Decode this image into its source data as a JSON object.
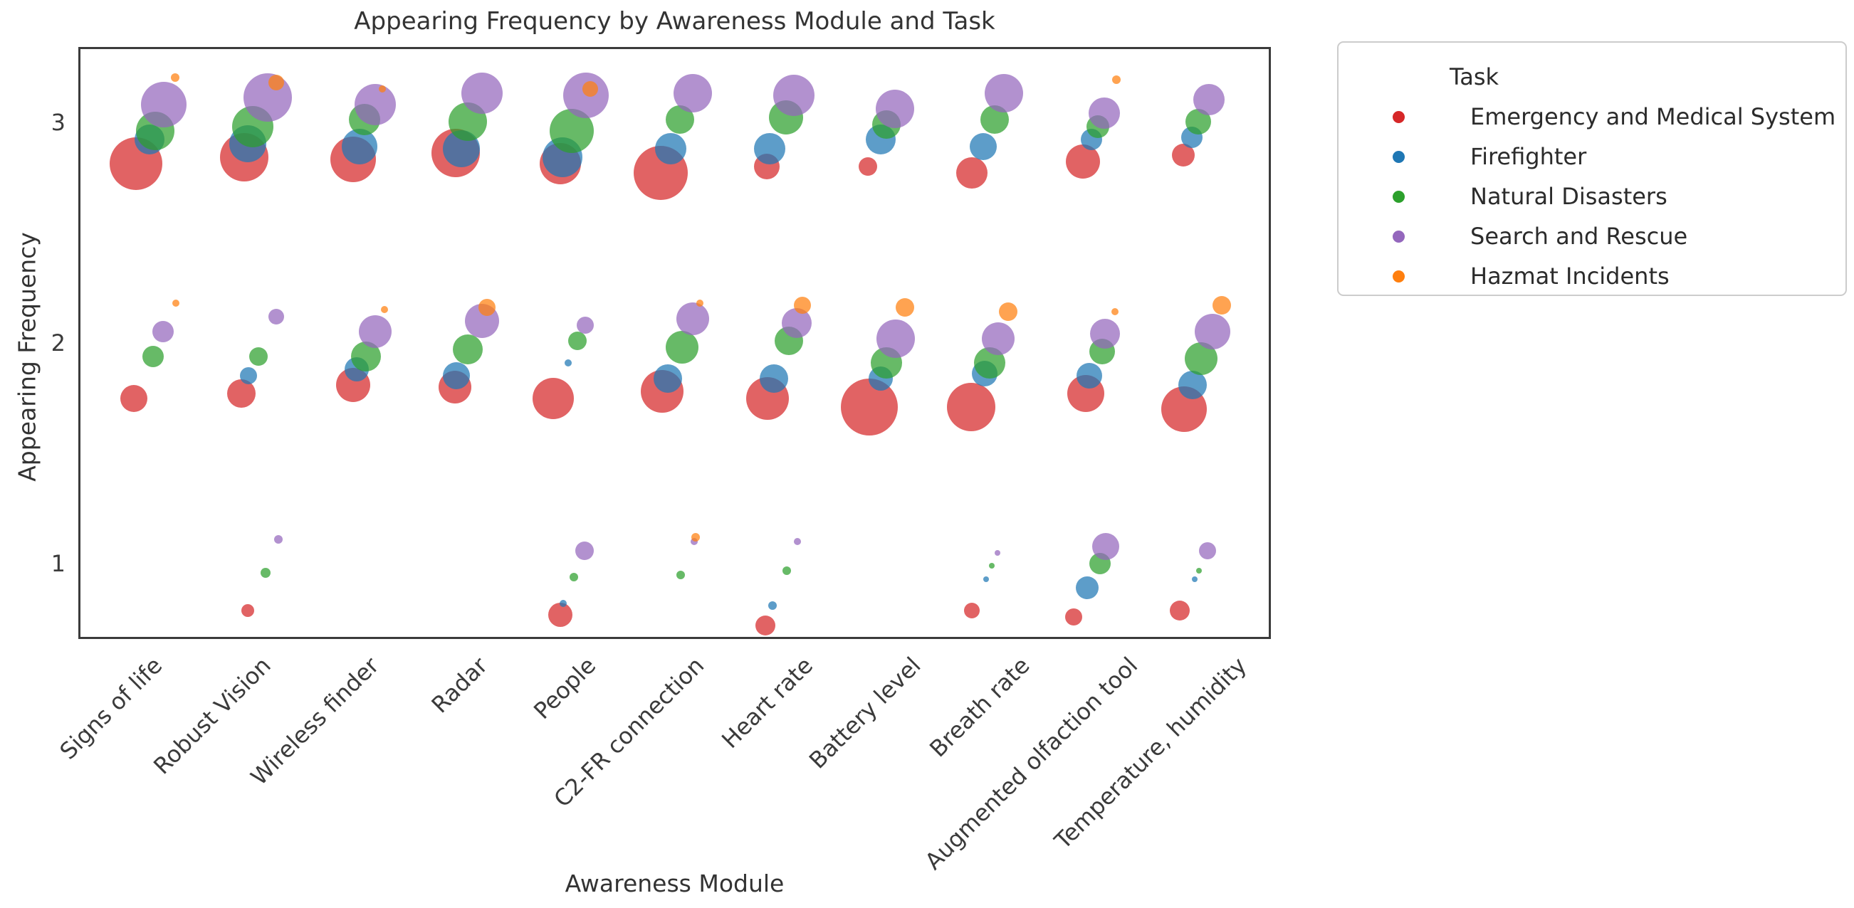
{
  "title": "Appearing Frequency by Awareness Module and Task",
  "axes": {
    "x_label": "Awareness Module",
    "y_label": "Appearing Frequency"
  },
  "legend": {
    "title": "Task",
    "items": [
      {
        "label": "Emergency and Medical System",
        "color": "#d62728"
      },
      {
        "label": "Firefighter",
        "color": "#1f77b4"
      },
      {
        "label": "Natural Disasters",
        "color": "#2ca02c"
      },
      {
        "label": "Search and Rescue",
        "color": "#9467bd"
      },
      {
        "label": "Hazmat Incidents",
        "color": "#ff7f0e"
      }
    ]
  },
  "chart_data": {
    "type": "scatter",
    "subtype": "bubble-dodged-categorical",
    "title": "Appearing Frequency by Awareness Module and Task",
    "xlabel": "Awareness Module",
    "ylabel": "Appearing Frequency",
    "grid": false,
    "legend_position": "outside-upper-right",
    "categories": [
      "Signs of life",
      "Robust Vision",
      "Wireless finder",
      "Radar",
      "People",
      "C2-FR connection",
      "Heart rate",
      "Battery level",
      "Breath rate",
      "Augmented olfaction tool",
      "Temperature, humidity"
    ],
    "tasks": [
      {
        "name": "Emergency and Medical System",
        "color": "#d62728"
      },
      {
        "name": "Firefighter",
        "color": "#1f77b4"
      },
      {
        "name": "Natural Disasters",
        "color": "#2ca02c"
      },
      {
        "name": "Search and Rescue",
        "color": "#9467bd"
      },
      {
        "name": "Hazmat Incidents",
        "color": "#ff7f0e"
      }
    ],
    "y_ticks": [
      1,
      2,
      3
    ],
    "ylim": [
      0.66,
      3.34
    ],
    "point_format": [
      "module_index",
      "task_index",
      "appearing_frequency",
      "bubble_radius_px",
      "x_jitter_px"
    ],
    "points": [
      [
        0,
        0,
        2.82,
        37,
        2
      ],
      [
        0,
        1,
        2.93,
        21,
        21
      ],
      [
        0,
        2,
        2.97,
        27,
        29
      ],
      [
        0,
        3,
        3.09,
        32,
        41
      ],
      [
        0,
        4,
        3.21,
        6,
        57
      ],
      [
        1,
        0,
        2.85,
        34,
        2
      ],
      [
        1,
        1,
        2.91,
        26,
        7
      ],
      [
        1,
        2,
        2.99,
        29,
        14
      ],
      [
        1,
        3,
        3.12,
        34,
        35
      ],
      [
        1,
        4,
        3.19,
        11,
        47
      ],
      [
        2,
        0,
        2.84,
        32,
        2
      ],
      [
        2,
        1,
        2.9,
        25,
        11
      ],
      [
        2,
        2,
        3.02,
        22,
        18
      ],
      [
        2,
        3,
        3.09,
        29,
        33
      ],
      [
        2,
        4,
        3.16,
        5,
        43
      ],
      [
        3,
        0,
        2.87,
        34,
        -6
      ],
      [
        3,
        1,
        2.89,
        26,
        2
      ],
      [
        3,
        2,
        3.01,
        27,
        11
      ],
      [
        3,
        3,
        3.14,
        29,
        31
      ],
      [
        4,
        0,
        2.82,
        29,
        -11
      ],
      [
        4,
        1,
        2.85,
        28,
        -8
      ],
      [
        4,
        2,
        2.97,
        31,
        5
      ],
      [
        4,
        3,
        3.13,
        32,
        25
      ],
      [
        4,
        4,
        3.16,
        11,
        31
      ],
      [
        5,
        0,
        2.78,
        38,
        -23
      ],
      [
        5,
        1,
        2.89,
        22,
        -9
      ],
      [
        5,
        2,
        3.02,
        20,
        4
      ],
      [
        5,
        3,
        3.14,
        27,
        22
      ],
      [
        6,
        0,
        2.81,
        18,
        -26
      ],
      [
        6,
        1,
        2.89,
        22,
        -22
      ],
      [
        6,
        2,
        3.03,
        24,
        1
      ],
      [
        6,
        3,
        3.13,
        29,
        12
      ],
      [
        7,
        0,
        2.81,
        13,
        -36
      ],
      [
        7,
        1,
        2.93,
        21,
        -18
      ],
      [
        7,
        2,
        3.0,
        20,
        -10
      ],
      [
        7,
        3,
        3.07,
        27,
        2
      ],
      [
        8,
        0,
        2.78,
        22,
        -42
      ],
      [
        8,
        1,
        2.9,
        19,
        -26
      ],
      [
        8,
        2,
        3.02,
        20,
        -10
      ],
      [
        8,
        3,
        3.14,
        27,
        3
      ],
      [
        9,
        0,
        2.83,
        24,
        -39
      ],
      [
        9,
        1,
        2.93,
        15,
        -27
      ],
      [
        9,
        2,
        2.99,
        16,
        -18
      ],
      [
        9,
        3,
        3.05,
        22,
        -9
      ],
      [
        9,
        4,
        3.2,
        6,
        8
      ],
      [
        10,
        0,
        2.86,
        16,
        -50
      ],
      [
        10,
        1,
        2.94,
        15,
        -38
      ],
      [
        10,
        2,
        3.01,
        18,
        -29
      ],
      [
        10,
        3,
        3.11,
        22,
        -14
      ],
      [
        0,
        0,
        1.76,
        19,
        -1
      ],
      [
        0,
        2,
        1.95,
        15,
        26
      ],
      [
        0,
        3,
        2.06,
        15,
        40
      ],
      [
        0,
        4,
        2.19,
        5,
        58
      ],
      [
        1,
        0,
        1.78,
        20,
        -2
      ],
      [
        1,
        1,
        1.86,
        12,
        8
      ],
      [
        1,
        2,
        1.95,
        13,
        22
      ],
      [
        1,
        3,
        2.13,
        11,
        47
      ],
      [
        2,
        0,
        1.82,
        24,
        2
      ],
      [
        2,
        1,
        1.89,
        17,
        7
      ],
      [
        2,
        2,
        1.95,
        21,
        20
      ],
      [
        2,
        3,
        2.06,
        23,
        33
      ],
      [
        2,
        4,
        2.16,
        5,
        46
      ],
      [
        3,
        0,
        1.81,
        23,
        -7
      ],
      [
        3,
        1,
        1.86,
        19,
        -5
      ],
      [
        3,
        2,
        1.98,
        21,
        11
      ],
      [
        3,
        3,
        2.11,
        24,
        31
      ],
      [
        3,
        4,
        2.17,
        12,
        38
      ],
      [
        4,
        0,
        1.76,
        29,
        -21
      ],
      [
        4,
        1,
        1.92,
        5,
        0
      ],
      [
        4,
        2,
        2.02,
        13,
        13
      ],
      [
        4,
        3,
        2.09,
        12,
        24
      ],
      [
        5,
        0,
        1.79,
        30,
        -21
      ],
      [
        5,
        1,
        1.85,
        20,
        -13
      ],
      [
        5,
        2,
        1.99,
        23,
        7
      ],
      [
        5,
        3,
        2.12,
        23,
        22
      ],
      [
        5,
        4,
        2.19,
        5,
        32
      ],
      [
        6,
        0,
        1.76,
        30,
        -25
      ],
      [
        6,
        1,
        1.85,
        20,
        -16
      ],
      [
        6,
        2,
        2.02,
        20,
        5
      ],
      [
        6,
        3,
        2.1,
        21,
        16
      ],
      [
        6,
        4,
        2.18,
        12,
        24
      ],
      [
        7,
        0,
        1.72,
        40,
        -34
      ],
      [
        7,
        1,
        1.85,
        17,
        -18
      ],
      [
        7,
        2,
        1.92,
        22,
        -10
      ],
      [
        7,
        3,
        2.03,
        27,
        3
      ],
      [
        7,
        4,
        2.17,
        13,
        16
      ],
      [
        8,
        0,
        1.72,
        34,
        -43
      ],
      [
        8,
        1,
        1.87,
        18,
        -24
      ],
      [
        8,
        2,
        1.92,
        22,
        -17
      ],
      [
        8,
        3,
        2.03,
        23,
        -5
      ],
      [
        8,
        4,
        2.15,
        13,
        9
      ],
      [
        9,
        0,
        1.78,
        26,
        -35
      ],
      [
        9,
        1,
        1.86,
        18,
        -30
      ],
      [
        9,
        2,
        1.97,
        18,
        -12
      ],
      [
        9,
        3,
        2.05,
        21,
        -8
      ],
      [
        9,
        4,
        2.15,
        5,
        6
      ],
      [
        10,
        0,
        1.71,
        32,
        -49
      ],
      [
        10,
        1,
        1.82,
        20,
        -37
      ],
      [
        10,
        2,
        1.94,
        23,
        -25
      ],
      [
        10,
        3,
        2.06,
        25,
        -9
      ],
      [
        10,
        4,
        2.18,
        13,
        4
      ],
      [
        1,
        0,
        0.8,
        9,
        7
      ],
      [
        1,
        2,
        0.97,
        7,
        32
      ],
      [
        1,
        3,
        1.12,
        6,
        50
      ],
      [
        4,
        0,
        0.78,
        17,
        -11
      ],
      [
        4,
        1,
        0.83,
        5,
        -7
      ],
      [
        4,
        2,
        0.95,
        6,
        8
      ],
      [
        4,
        3,
        1.07,
        13,
        23
      ],
      [
        5,
        2,
        0.96,
        6,
        5
      ],
      [
        5,
        3,
        1.11,
        5,
        24
      ],
      [
        5,
        4,
        1.13,
        6,
        26
      ],
      [
        6,
        0,
        0.73,
        14,
        -28
      ],
      [
        6,
        1,
        0.82,
        6,
        -18
      ],
      [
        6,
        2,
        0.98,
        6,
        2
      ],
      [
        6,
        3,
        1.11,
        5,
        17
      ],
      [
        8,
        0,
        0.8,
        11,
        -42
      ],
      [
        8,
        1,
        0.94,
        4,
        -22
      ],
      [
        8,
        2,
        1.0,
        4,
        -14
      ],
      [
        8,
        3,
        1.06,
        4,
        -6
      ],
      [
        9,
        0,
        0.77,
        12,
        -52
      ],
      [
        9,
        1,
        0.9,
        16,
        -33
      ],
      [
        9,
        2,
        1.01,
        15,
        -15
      ],
      [
        9,
        3,
        1.09,
        19,
        -7
      ],
      [
        10,
        0,
        0.8,
        14,
        -55
      ],
      [
        10,
        1,
        0.94,
        4,
        -34
      ],
      [
        10,
        2,
        0.98,
        4,
        -28
      ],
      [
        10,
        3,
        1.07,
        12,
        -16
      ]
    ]
  }
}
